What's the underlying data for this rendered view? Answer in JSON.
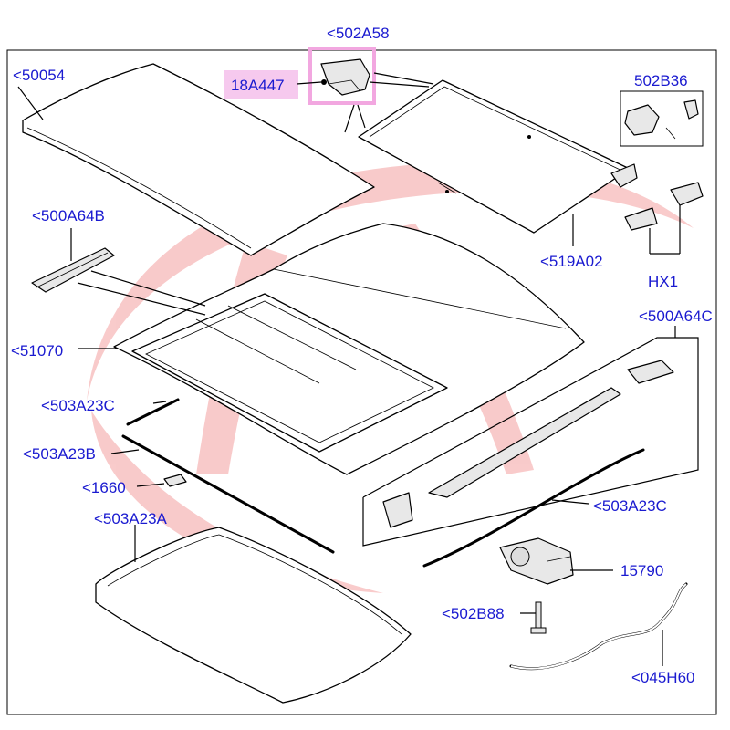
{
  "labels": {
    "l_502A58": "<502A58",
    "l_18A447": "18A447",
    "l_50054": "<50054",
    "l_502B36": "502B36",
    "l_500A64B": "<500A64B",
    "l_519A02": "<519A02",
    "l_HX1": "HX1",
    "l_500A64C": "<500A64C",
    "l_51070": "<51070",
    "l_503A23C_top": "<503A23C",
    "l_503A23B": "<503A23B",
    "l_1660": "<1660",
    "l_503A23A": "<503A23A",
    "l_503A23C_right": "<503A23C",
    "l_15790": "15790",
    "l_502B88": "<502B88",
    "l_045H60": "<045H60"
  },
  "colors": {
    "label_text": "#1a1ad0",
    "highlight_box": "#f2a7e0",
    "highlight_fill": "#f6c9ee",
    "watermark": "#f4a0a0"
  },
  "icons": [
    "watermark-logo"
  ]
}
